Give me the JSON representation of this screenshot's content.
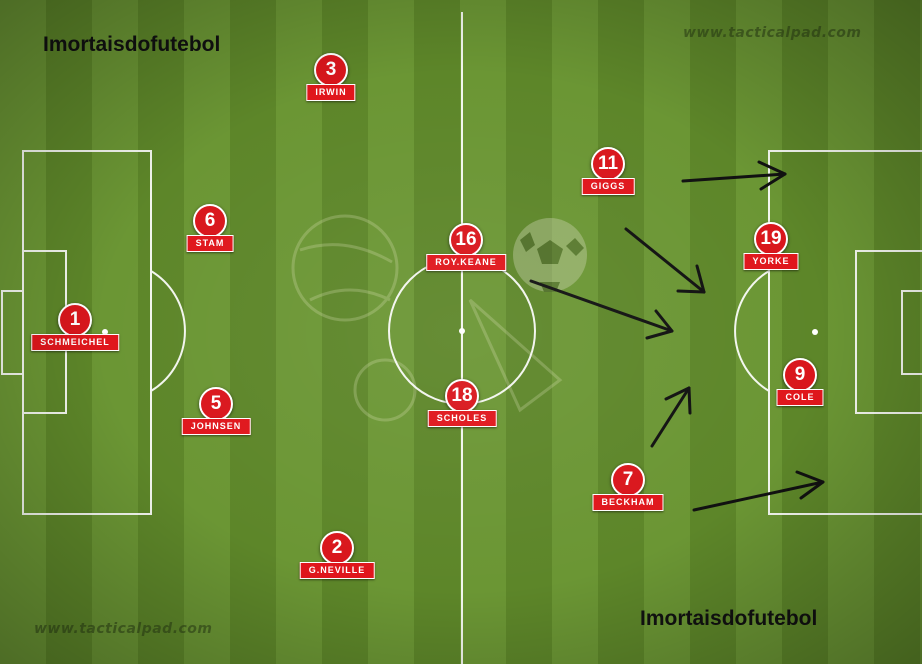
{
  "captions": {
    "top_left": "Imortaisdofutebol",
    "bottom_right": "Imortaisdofutebol"
  },
  "watermarks": {
    "top_right": "www.tacticalpad.com",
    "bottom_left": "www.tacticalpad.com"
  },
  "colors": {
    "badge": "#d9161c",
    "label": "#e0161c",
    "lines": "#ffffff",
    "arrows": "#111111"
  },
  "players": [
    {
      "number": "1",
      "name": "SCHMEICHEL"
    },
    {
      "number": "3",
      "name": "IRWIN"
    },
    {
      "number": "6",
      "name": "STAM"
    },
    {
      "number": "5",
      "name": "JOHNSEN"
    },
    {
      "number": "2",
      "name": "G.NEVILLE"
    },
    {
      "number": "16",
      "name": "ROY.KEANE"
    },
    {
      "number": "18",
      "name": "SCHOLES"
    },
    {
      "number": "11",
      "name": "GIGGS"
    },
    {
      "number": "7",
      "name": "BECKHAM"
    },
    {
      "number": "19",
      "name": "YORKE"
    },
    {
      "number": "9",
      "name": "COLE"
    }
  ]
}
